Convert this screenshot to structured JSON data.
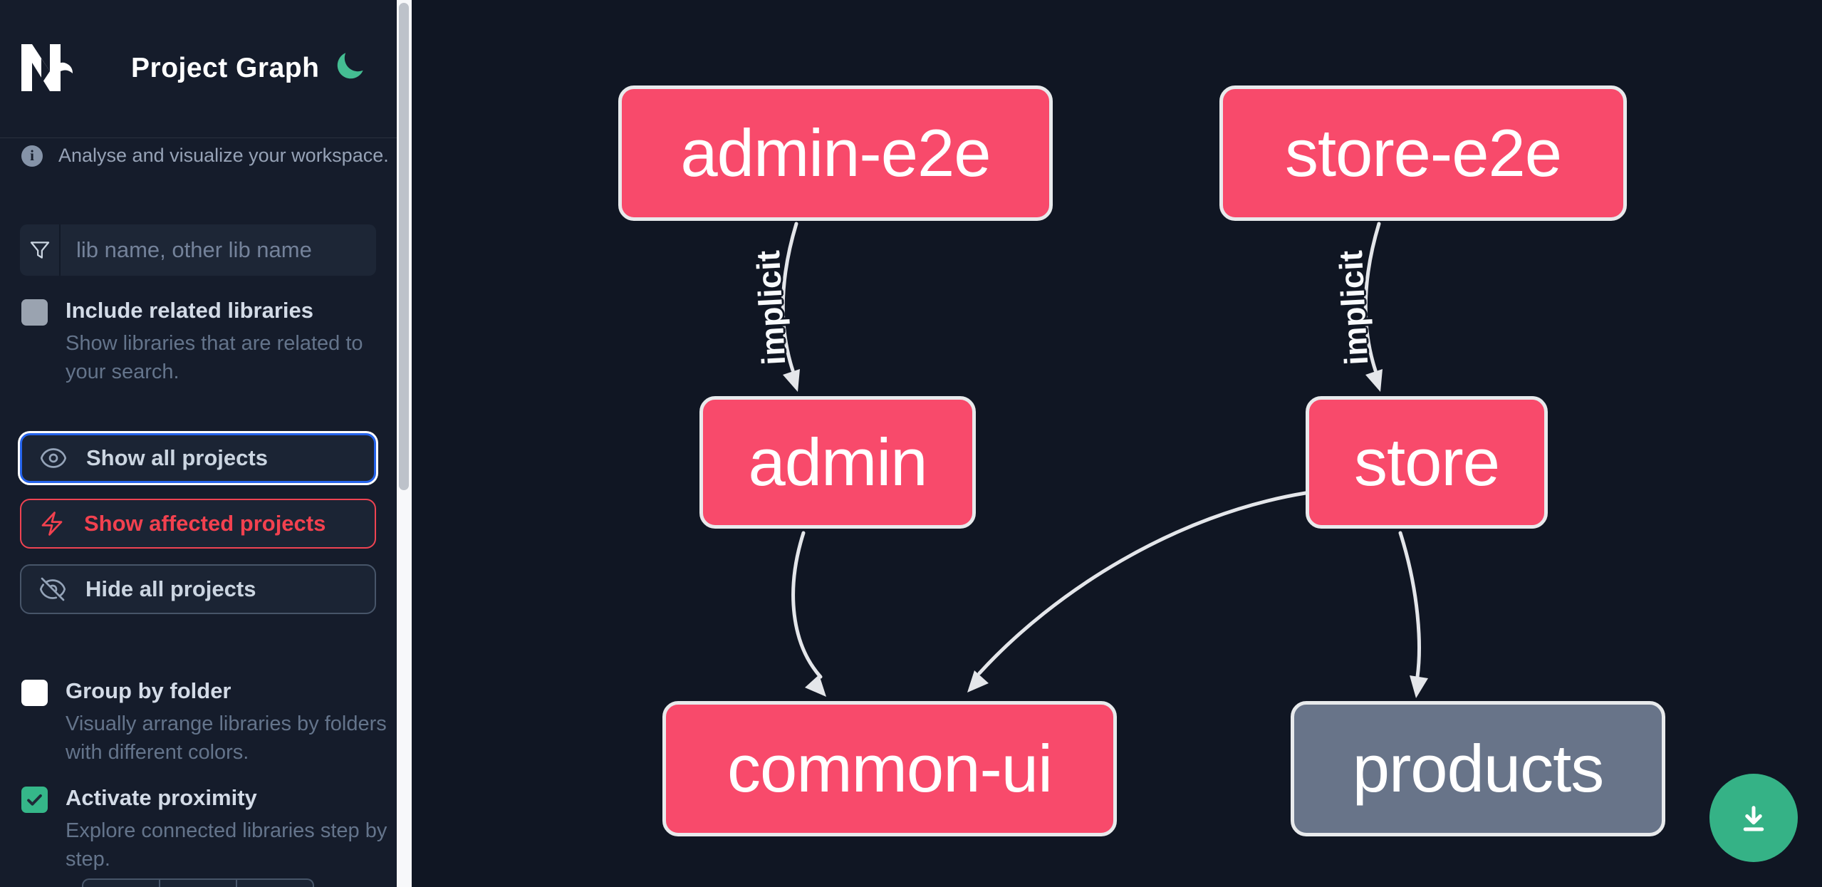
{
  "header": {
    "app_title": "Project Graph",
    "logo": "nx-logo",
    "theme_icon": "moon-icon"
  },
  "info": {
    "text": "Analyse and visualize your workspace."
  },
  "search": {
    "placeholder": "lib name, other lib name",
    "value": ""
  },
  "filters": [
    {
      "label": "Include related libraries",
      "description": "Show libraries that are related to your search.",
      "checked": false,
      "disabled": true
    },
    {
      "label": "Group by folder",
      "description": "Visually arrange libraries by folders with different colors.",
      "checked": false,
      "disabled": false
    },
    {
      "label": "Activate proximity",
      "description": "Explore connected libraries step by step.",
      "checked": true,
      "disabled": false
    }
  ],
  "actions": [
    {
      "label": "Show all projects",
      "icon": "eye-icon",
      "state": "focused"
    },
    {
      "label": "Show affected projects",
      "icon": "bolt-icon",
      "state": "affected"
    },
    {
      "label": "Hide all projects",
      "icon": "eye-slash-icon",
      "state": "default"
    }
  ],
  "graph": {
    "nodes": [
      {
        "id": "admin-e2e",
        "label": "admin-e2e",
        "color": "pink"
      },
      {
        "id": "store-e2e",
        "label": "store-e2e",
        "color": "pink"
      },
      {
        "id": "admin",
        "label": "admin",
        "color": "pink"
      },
      {
        "id": "store",
        "label": "store",
        "color": "pink"
      },
      {
        "id": "common-ui",
        "label": "common-ui",
        "color": "pink"
      },
      {
        "id": "products",
        "label": "products",
        "color": "gray"
      }
    ],
    "edges": [
      {
        "from": "admin-e2e",
        "to": "admin",
        "label": "implicit"
      },
      {
        "from": "store-e2e",
        "to": "store",
        "label": "implicit"
      },
      {
        "from": "admin",
        "to": "common-ui",
        "label": ""
      },
      {
        "from": "store",
        "to": "common-ui",
        "label": ""
      },
      {
        "from": "store",
        "to": "products",
        "label": ""
      }
    ]
  },
  "fab": {
    "icon": "download-icon"
  },
  "colors": {
    "sidebar_bg": "#151c2b",
    "canvas_bg": "#101623",
    "node_pink": "#f84a6b",
    "node_gray": "#687489",
    "node_border": "#e8eaec",
    "edge": "#e4e6ea",
    "accent_green": "#35b789",
    "accent_blue": "#2563eb",
    "accent_red": "#f2414f"
  }
}
